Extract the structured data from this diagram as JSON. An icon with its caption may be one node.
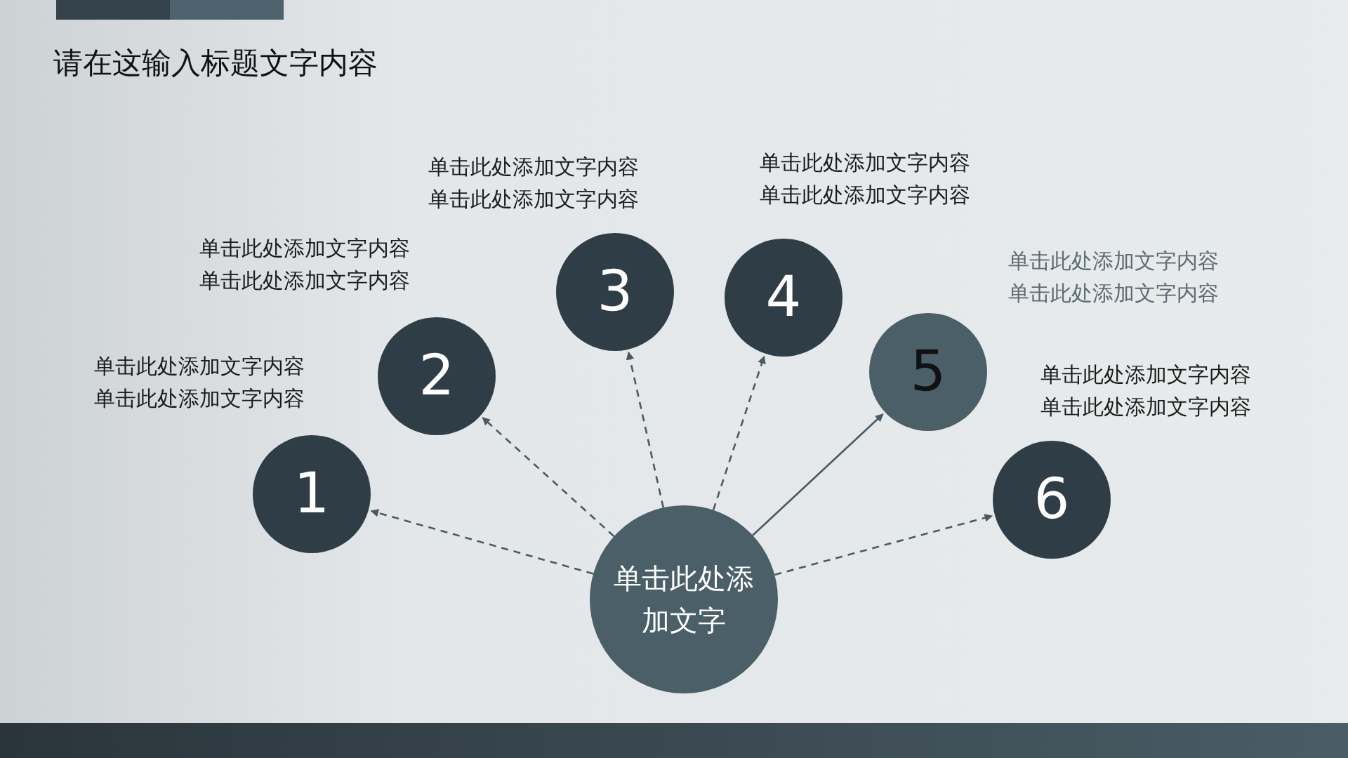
{
  "diagram": {
    "title": "请在这输入标题文字内容",
    "nodes": [
      {
        "text": [
          "单击此处添加文字"
        ]
      },
      {
        "text": [
          "1"
        ],
        "beside": [
          "单击此处添加文字内容",
          "单击此处添加文字内容"
        ]
      },
      {
        "text": [
          "2"
        ],
        "beside": [
          "单击此处添加文字内容",
          "单击此处添加文字内容"
        ]
      },
      {
        "text": [
          "3"
        ],
        "beside": [
          "单击此处添加文字内容",
          "单击此处添加文字内容"
        ]
      },
      {
        "text": [
          "4"
        ],
        "beside": [
          "单击此处添加文字内容",
          "单击此处添加文字内容"
        ]
      },
      {
        "text": [
          "5"
        ],
        "beside": [
          "单击此处添加文字内容",
          "单击此处添加文字内容"
        ]
      },
      {
        "text": [
          "6"
        ],
        "beside": [
          "单击此处添加文字内容",
          "单击此处添加文字内容"
        ]
      }
    ],
    "edges": [
      {
        "from": 0,
        "to": 1,
        "arrow": "to",
        "style": "dashed"
      },
      {
        "from": 0,
        "to": 2,
        "arrow": "to",
        "style": "dashed"
      },
      {
        "from": 0,
        "to": 3,
        "arrow": "to",
        "style": "dashed"
      },
      {
        "from": 0,
        "to": 4,
        "arrow": "to",
        "style": "dashed"
      },
      {
        "from": 0,
        "to": 5,
        "arrow": "to"
      },
      {
        "from": 0,
        "to": 6,
        "arrow": "to",
        "style": "dashed"
      }
    ]
  }
}
